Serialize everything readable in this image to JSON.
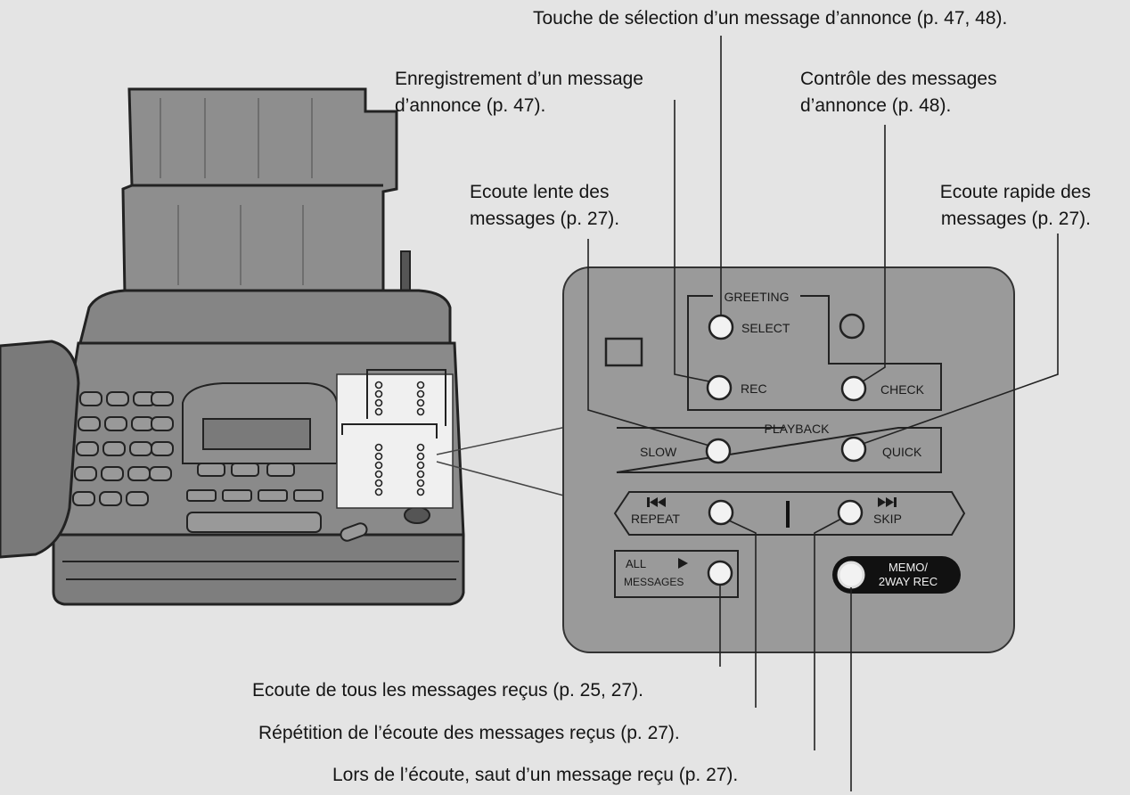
{
  "callouts": {
    "greeting_select": "Touche de sélection d’un message d’annonce (p. 47, 48).",
    "greeting_rec_line1": "Enregistrement d’un message",
    "greeting_rec_line2": "d’annonce (p. 47).",
    "greeting_check_line1": "Contrôle des messages",
    "greeting_check_line2": "d’annonce (p. 48).",
    "slow_line1": "Ecoute lente des",
    "slow_line2": "messages (p. 27).",
    "quick_line1": "Ecoute rapide des",
    "quick_line2": "messages (p. 27).",
    "all_messages": "Ecoute de tous les messages reçus (p. 25, 27).",
    "repeat": "Répétition de l’écoute des messages reçus  (p. 27).",
    "skip": "Lors de l’écoute, saut d’un message reçu (p. 27)."
  },
  "panel": {
    "greeting": "GREETING",
    "select": "SELECT",
    "rec": "REC",
    "check": "CHECK",
    "playback": "PLAYBACK",
    "slow": "SLOW",
    "quick": "QUICK",
    "repeat": "REPEAT",
    "skip": "SKIP",
    "all": "ALL",
    "messages": "MESSAGES",
    "memo_line1": "MEMO/",
    "memo_line2": "2WAY REC"
  },
  "colors": {
    "background": "#e4e4e4",
    "panel": "#9a9a9a",
    "machine": "#8c8c8c",
    "text": "#151515"
  }
}
